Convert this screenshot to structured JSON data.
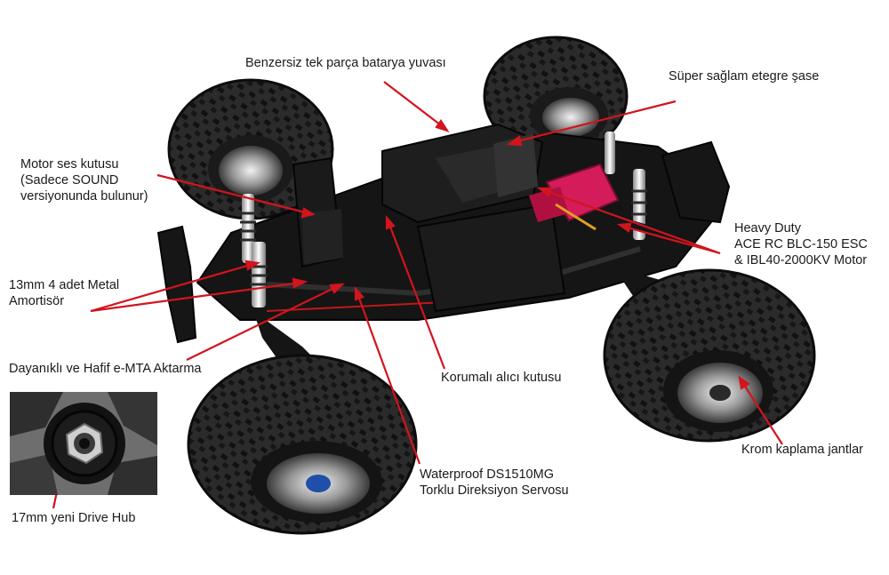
{
  "colors": {
    "accent": "#d2141e",
    "tire": "#262626",
    "chassis": "#141414",
    "motor": "#d41c5a",
    "background": "#ffffff"
  },
  "callouts": {
    "battery_tray": {
      "lines": [
        "Benzersiz tek parça batarya yuvası"
      ]
    },
    "chassis": {
      "lines": [
        "Süper sağlam etegre şase"
      ]
    },
    "sound_box": {
      "lines": [
        "Motor ses kutusu",
        "(Sadece SOUND",
        "versiyonunda bulunur)"
      ]
    },
    "motor_esc": {
      "lines": [
        "Heavy Duty",
        "ACE RC BLC-150 ESC",
        "& IBL40-2000KV Motor"
      ]
    },
    "shocks": {
      "lines": [
        "13mm 4 adet Metal",
        "Amortisör"
      ]
    },
    "driveshaft": {
      "lines": [
        "Dayanıklı ve Hafif  e-MTA Aktarma"
      ]
    },
    "receiver_box": {
      "lines": [
        "Korumalı alıcı kutusu"
      ]
    },
    "wheels": {
      "lines": [
        "Krom kaplama jantlar"
      ]
    },
    "servo": {
      "lines": [
        "Waterproof DS1510MG",
        "Torklu Direksiyon Servosu"
      ]
    },
    "drive_hub": {
      "lines": [
        "17mm yeni Drive Hub"
      ]
    }
  }
}
